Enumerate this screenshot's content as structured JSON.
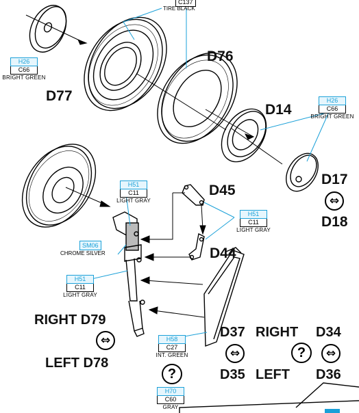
{
  "parts": {
    "d76": "D76",
    "d77": "D77",
    "d14": "D14",
    "d17": "D17",
    "d18": "D18",
    "d45": "D45",
    "d44": "D44",
    "right_d79": "RIGHT D79",
    "left_d78": "LEFT D78",
    "d37": "D37",
    "right_word": "RIGHT",
    "d34": "D34",
    "d35": "D35",
    "left_word": "LEFT",
    "d36": "D36"
  },
  "paints": {
    "c137": "C137",
    "tire_black": "TIRE BLACK",
    "h26_left": {
      "h": "H26",
      "c": "C66",
      "name": "BRIGHT GREEN"
    },
    "h26_right": {
      "h": "H26",
      "c": "C66",
      "name": "BRIGHT GREEN"
    },
    "h51_upper": {
      "h": "H51",
      "c": "C11",
      "name": "LIGHT GRAY"
    },
    "h51_mid": {
      "h": "H51",
      "c": "C11",
      "name": "LIGHT GRAY"
    },
    "h51_lower": {
      "h": "H51",
      "c": "C11",
      "name": "LIGHT GRAY"
    },
    "sm06": "SM06",
    "chrome_silver": "CHROME SILVER",
    "h58": {
      "h": "H58",
      "c": "C27",
      "name": "INT. GREEN"
    },
    "h70": {
      "h": "H70",
      "c": "C60",
      "name": "GRAY"
    }
  },
  "symbols": {
    "swap": "⇔",
    "question": "?"
  },
  "colors": {
    "gunze_blue": "#1aa0d8",
    "ink": "#000000",
    "accent_bar": "#1aa0d8"
  }
}
